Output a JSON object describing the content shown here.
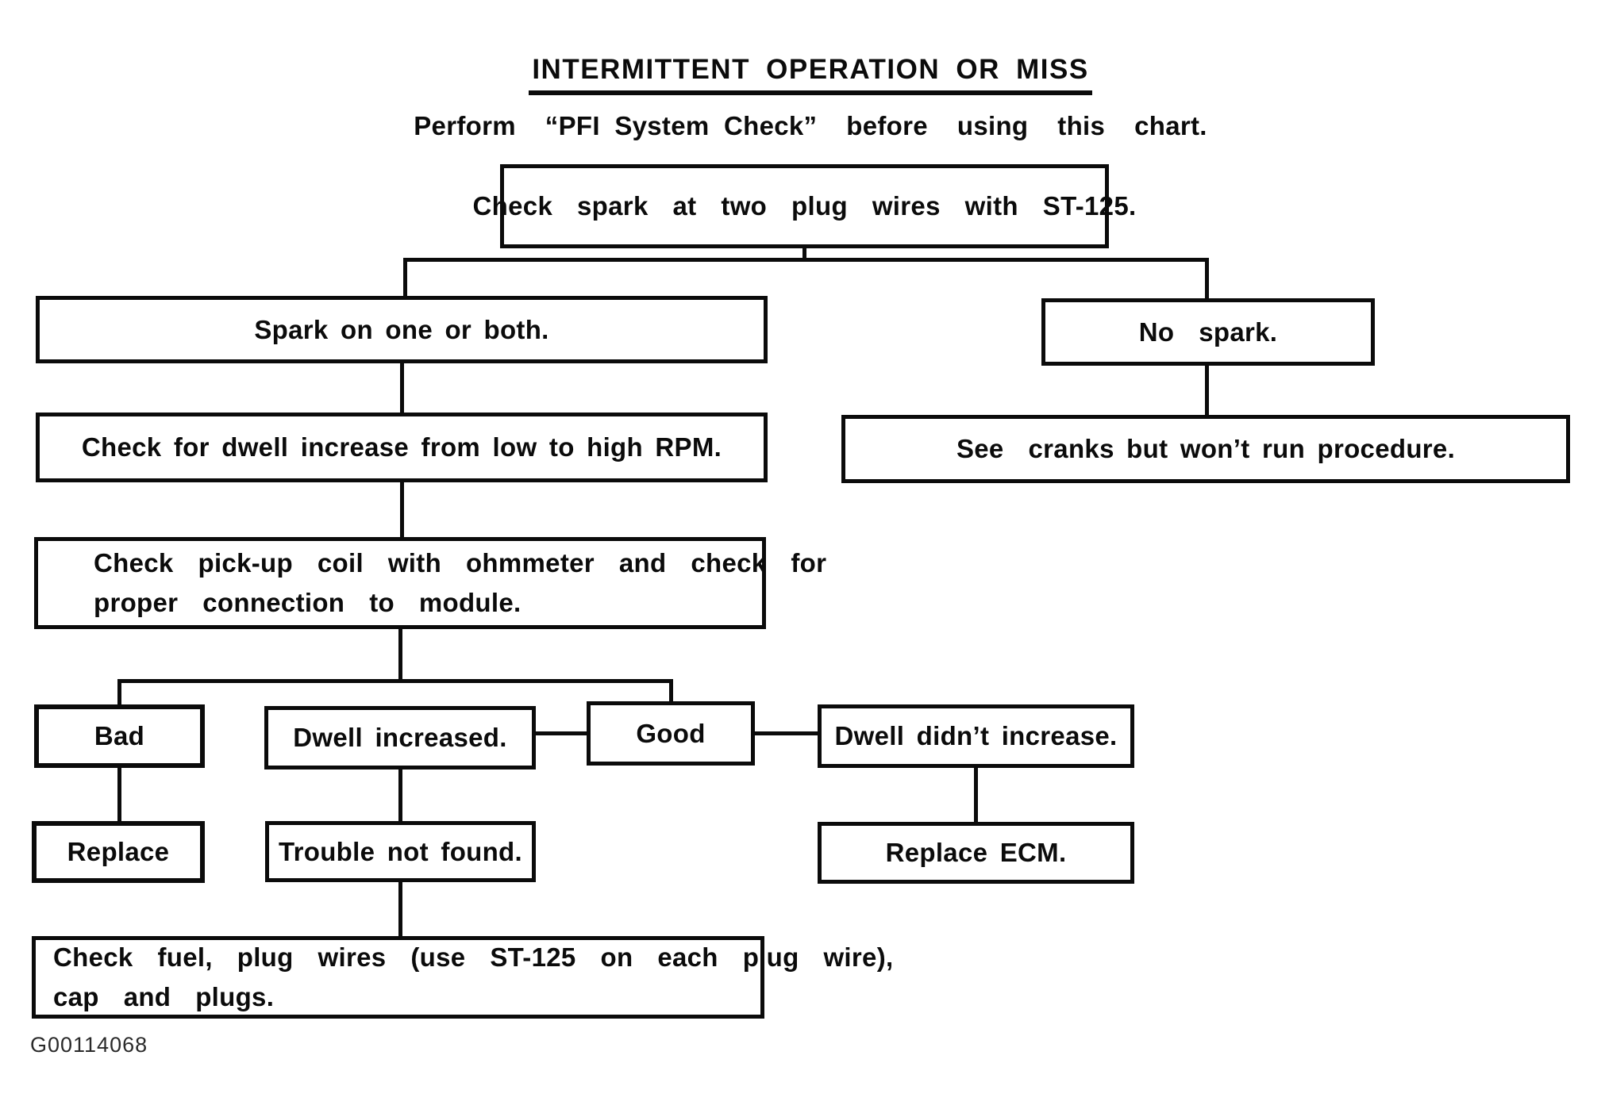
{
  "page": {
    "title": "INTERMITTENT OPERATION OR MISS",
    "subtitle": "Perform  “PFI System Check”  before  using  this  chart.",
    "figure_code": "G00114068"
  },
  "colors": {
    "ink": "#0b0b0b",
    "paper": "#ffffff"
  },
  "nodes": {
    "check_spark": {
      "label": "Check  spark  at  two  plug  wires  with  ST-125."
    },
    "spark_on_one_or_both": {
      "label": "Spark on one or both."
    },
    "no_spark": {
      "label": "No  spark."
    },
    "check_dwell_increase": {
      "label": "Check for dwell increase from low to high RPM."
    },
    "see_cranks_procedure": {
      "label": "See  cranks but won’t run procedure."
    },
    "check_pickup_coil": {
      "lines": [
        "Check  pick-up  coil  with  ohmmeter  and  check  for",
        "proper  connection  to  module."
      ]
    },
    "bad": {
      "label": "Bad"
    },
    "dwell_increased": {
      "label": "Dwell increased."
    },
    "good": {
      "label": "Good"
    },
    "dwell_didnt_increase": {
      "label": "Dwell didn’t increase."
    },
    "replace": {
      "label": "Replace"
    },
    "trouble_not_found": {
      "label": "Trouble not found."
    },
    "replace_ecm": {
      "label": "Replace ECM."
    },
    "check_fuel": {
      "lines": [
        "Check  fuel,  plug  wires  (use  ST-125  on  each  plug  wire),",
        "cap  and  plugs."
      ]
    }
  },
  "connections": [
    {
      "from": "check_spark",
      "to": "spark_on_one_or_both"
    },
    {
      "from": "check_spark",
      "to": "no_spark"
    },
    {
      "from": "spark_on_one_or_both",
      "to": "check_dwell_increase"
    },
    {
      "from": "no_spark",
      "to": "see_cranks_procedure"
    },
    {
      "from": "check_dwell_increase",
      "to": "check_pickup_coil"
    },
    {
      "from": "check_pickup_coil",
      "to": "bad"
    },
    {
      "from": "check_pickup_coil",
      "to": "good"
    },
    {
      "from": "good",
      "to": "dwell_increased"
    },
    {
      "from": "good",
      "to": "dwell_didnt_increase"
    },
    {
      "from": "bad",
      "to": "replace"
    },
    {
      "from": "dwell_increased",
      "to": "trouble_not_found"
    },
    {
      "from": "dwell_didnt_increase",
      "to": "replace_ecm"
    },
    {
      "from": "trouble_not_found",
      "to": "check_fuel"
    }
  ]
}
